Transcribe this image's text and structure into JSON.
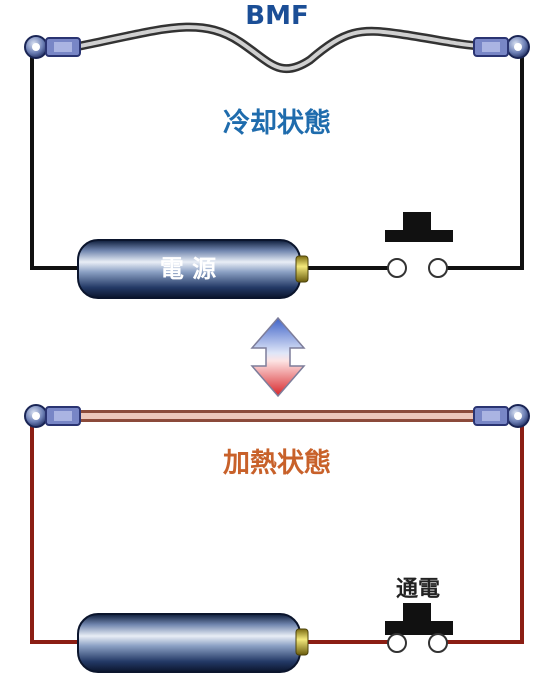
{
  "labels": {
    "wire": "BMF",
    "cooling_state": "冷却状態",
    "power_source": "電 源",
    "heating_state": "加熱状態",
    "energized": "通電"
  },
  "colors": {
    "cooling_text": "#1f6cad",
    "heating_text": "#c8612a",
    "bmf_text": "#1b4e96",
    "heated_wire": "#8b1e14",
    "cold_wire": "#111111",
    "arrow_top": "#3f63c8",
    "arrow_bottom": "#d8262a"
  },
  "icons": [
    "battery-icon",
    "push-switch-icon",
    "double-arrow-icon",
    "terminal-connector-icon"
  ]
}
